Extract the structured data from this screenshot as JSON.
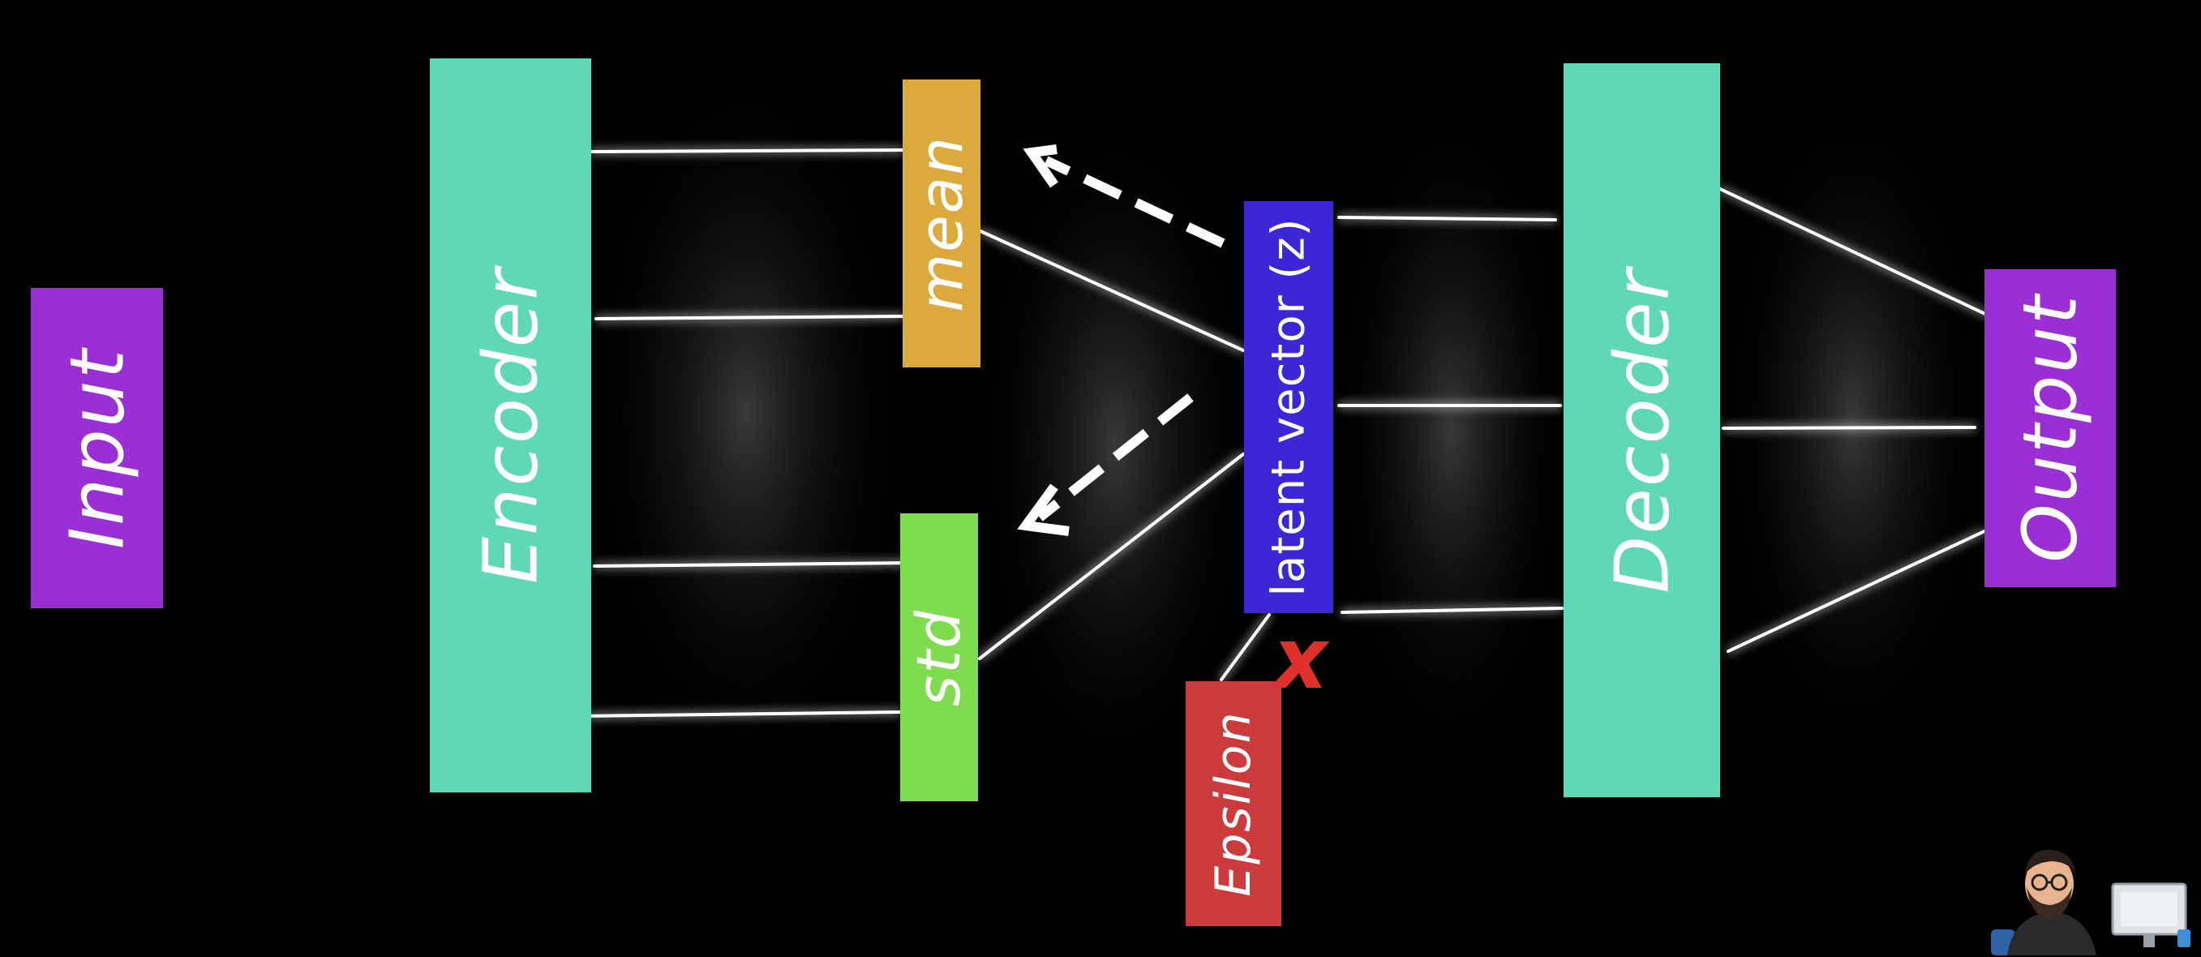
{
  "diagram": {
    "blocks": {
      "input": "Input",
      "encoder": "Encoder",
      "mean": "mean",
      "std": "std",
      "latent": "latent vector (z)",
      "epsilon": "Epsilon",
      "decoder": "Decoder",
      "output": "Output"
    },
    "multiply_symbol": "x"
  },
  "colors": {
    "background": "#000000",
    "input_output": "#9b2fd6",
    "encoder_decoder": "#5fd8b6",
    "mean": "#dcaa3c",
    "std": "#7fdc4f",
    "latent": "#3c26d6",
    "epsilon": "#cc3b3b",
    "multiply": "#e0302a",
    "line": "#ffffff"
  }
}
